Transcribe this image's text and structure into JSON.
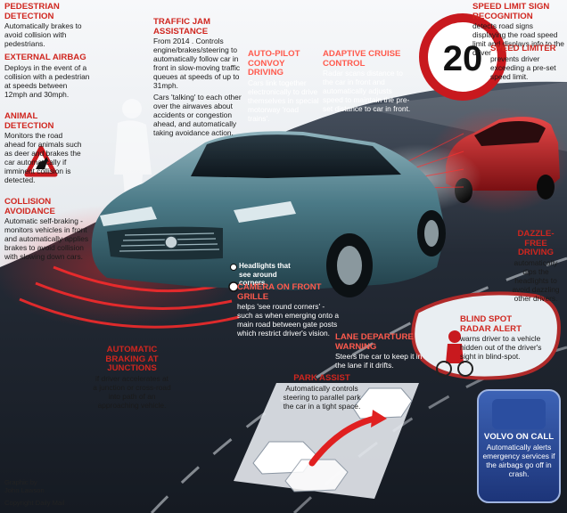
{
  "colors": {
    "heading_red": "#d0261f",
    "road_dark": "#1d2430",
    "car_teal": "#3f6f7c",
    "sign_red": "#c8191e",
    "sensor_red": "#e02020"
  },
  "speed_sign": {
    "number": "20"
  },
  "features": {
    "pedestrian_detection": {
      "title": "PEDESTRIAN DETECTION",
      "body": "Automatically brakes to avoid collision with pedestrians."
    },
    "external_airbag": {
      "title": "EXTERNAL AIRBAG",
      "body": "Deploys in the event of a collision with a pedestrian at speeds between 12mph and 30mph."
    },
    "animal_detection": {
      "title": "ANIMAL DETECTION",
      "body": "Monitors the road ahead for animals such as deer and brakes the car automatically if imminent collision is detected."
    },
    "collision_avoidance": {
      "title": "COLLISION AVOIDANCE",
      "body": "Automatic self-braking - monitors vehicles in front and automatically applies brakes to avoid collision with slowing down cars."
    },
    "traffic_jam": {
      "title": "TRAFFIC JAM ASSISTANCE",
      "body": "From 2014 . Controls engine/brakes/steering to automatically follow car in front in slow-moving traffic queues at speeds of up to 31mph.",
      "body2": "Cars 'talking' to each other over the airwaves about accidents or congestion ahead, and automatically taking avoidance action."
    },
    "auto_pilot": {
      "title": "AUTO-PILOT CONVOY DRIVING",
      "body": "Cars link together electronically to drive themselves in special motorway 'road trains'."
    },
    "adaptive_cruise": {
      "title": "ADAPTIVE CRUISE CONTROL",
      "body": "Radar scans distance to the car in front and automatically adjusts speed to maintain the pre-set distance to car in front."
    },
    "speed_limit_recognition": {
      "title": "SPEED LIMIT SIGN RECOGNITION",
      "body": "detects road signs displaying the road speed limit and displays info to the driver"
    },
    "speed_limiter": {
      "title": "SPEED LIMITER",
      "body": "prevents driver exceeding a pre-set speed limit."
    },
    "headlights": {
      "body": "Headlights that see around corners"
    },
    "dazzle_free": {
      "title": "DAZZLE-FREE DRIVING",
      "body": "automatically dips the headlights to avoid dazzling other drivers."
    },
    "camera_grille": {
      "title": "CAMERA ON FRONT GRILLE",
      "body": "helps 'see round corners' - such as when emerging onto a main road between gate posts which restrict driver's vision."
    },
    "blind_spot": {
      "title": "BLIND SPOT RADAR ALERT",
      "body": "warns driver to a vehicle hidden out of the driver's sight in blind-spot."
    },
    "lane_departure": {
      "title": "LANE DEPARTURE WARNING",
      "body": "Steers the car to keep it in the lane if it drifts."
    },
    "auto_braking": {
      "title": "AUTOMATIC BRAKING AT JUNCTIONS",
      "body": "if driver accelerates at a junction or cross-road into path of an approaching vehicle."
    },
    "park_assist": {
      "title": "PARK ASSIST",
      "body": "Automatically controls steering to parallel park the car in a tight space."
    },
    "volvo_on_call": {
      "title": "VOLVO ON CALL",
      "body": "Automatically alerts emergency services if the airbags go off in crash."
    }
  },
  "credits": {
    "graphic_by": "Graphic by",
    "author": "John Lawson",
    "copyright": "Copyright Daily Mail"
  }
}
